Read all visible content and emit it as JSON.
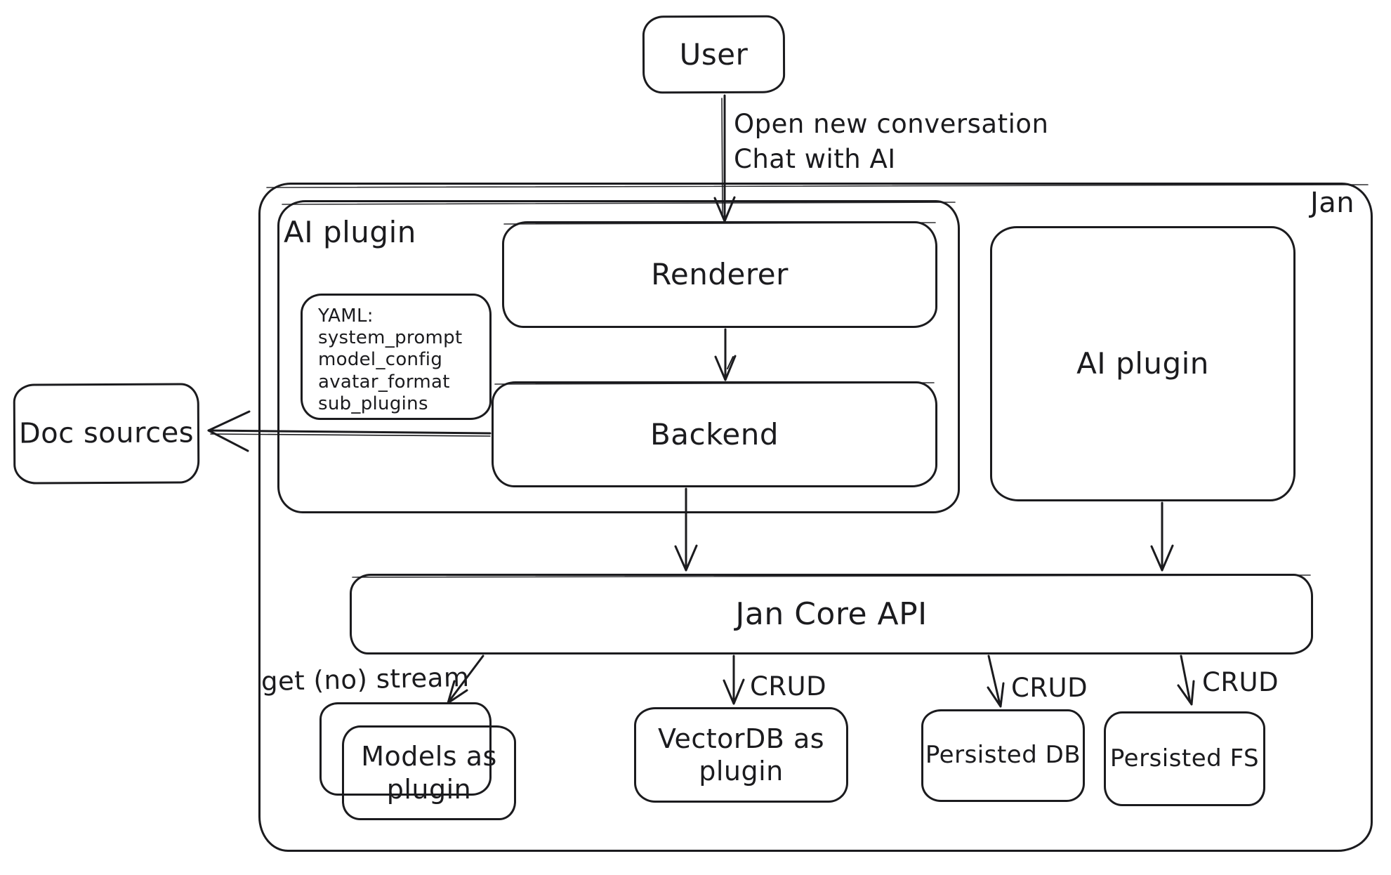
{
  "diagram": {
    "colors": {
      "stroke": "#1b1b1e",
      "background": "#ffffff"
    },
    "nodes": {
      "user": {
        "label": "User"
      },
      "jan_container": {
        "label": "Jan"
      },
      "ai_plugin_container": {
        "label": "AI plugin"
      },
      "yaml_note": {
        "title": "YAML:",
        "lines": [
          "system_prompt",
          "model_config",
          "avatar_format",
          "sub_plugins"
        ]
      },
      "renderer": {
        "label": "Renderer"
      },
      "backend": {
        "label": "Backend"
      },
      "ai_plugin_right": {
        "label": "AI plugin"
      },
      "doc_sources": {
        "label": "Doc sources"
      },
      "jan_core_api": {
        "label": "Jan Core API"
      },
      "models_plugin": {
        "label": "Models as plugin"
      },
      "vectordb_plugin": {
        "label": "VectorDB as plugin"
      },
      "persisted_db": {
        "label": "Persisted DB"
      },
      "persisted_fs": {
        "label": "Persisted FS"
      }
    },
    "edges": {
      "user_to_renderer": {
        "label_lines": [
          "Open new conversation",
          "Chat with AI"
        ]
      },
      "api_to_models": {
        "label": "get (no) stream"
      },
      "api_to_vectordb": {
        "label": "CRUD"
      },
      "api_to_persisted_db": {
        "label": "CRUD"
      },
      "api_to_persisted_fs": {
        "label": "CRUD"
      }
    }
  }
}
